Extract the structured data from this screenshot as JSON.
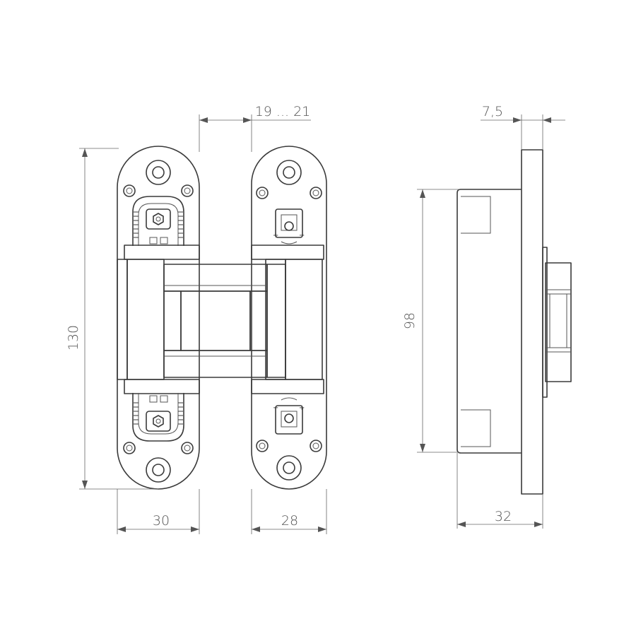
{
  "dimensions": {
    "gap_range": "19 ... 21",
    "side_thickness": "7,5",
    "overall_height": "130",
    "body_height": "98",
    "left_plate_width": "30",
    "right_plate_width": "28",
    "side_depth": "32"
  },
  "adjust_marks": {
    "plus": "+",
    "minus": "−"
  }
}
